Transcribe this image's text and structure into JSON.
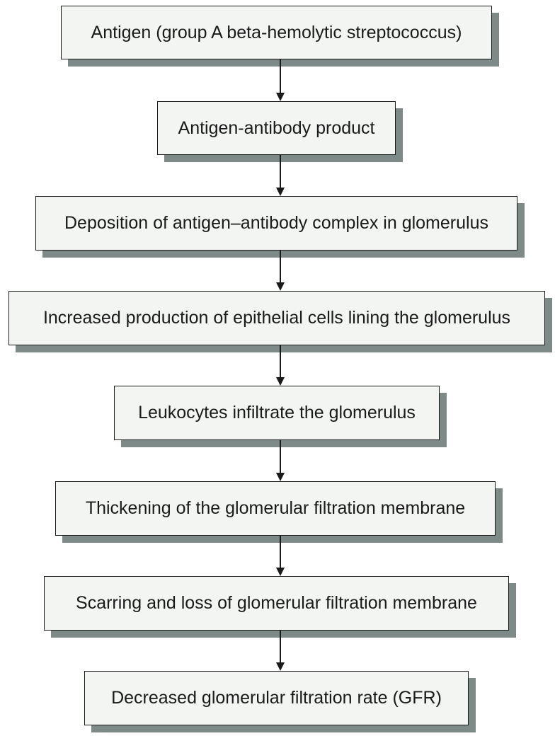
{
  "flowchart": {
    "steps": [
      "Antigen (group A beta-hemolytic streptococcus)",
      "Antigen-antibody product",
      "Deposition of antigen–antibody complex in glomerulus",
      "Increased production of epithelial cells lining the glomerulus",
      "Leukocytes infiltrate the glomerulus",
      "Thickening of the glomerular filtration membrane",
      "Scarring and loss of glomerular filtration membrane",
      "Decreased glomerular filtration rate (GFR)"
    ],
    "colors": {
      "box_fill": "#f3f5f3",
      "box_border": "#1a1a1a",
      "box_shadow": "#7d8a87",
      "arrow": "#1a1a1a"
    }
  }
}
